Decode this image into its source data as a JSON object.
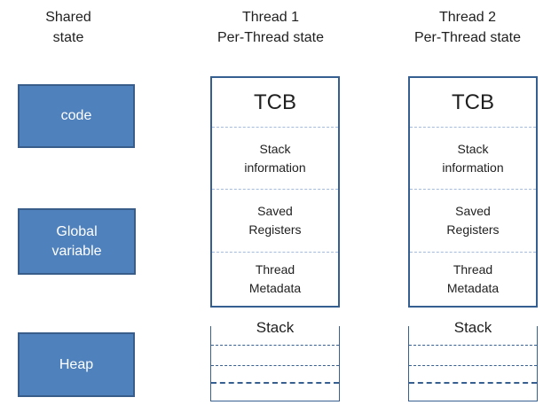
{
  "title": "Threads: shared state vs per-thread state diagram",
  "colors": {
    "background": "#ffffff",
    "shared_box_fill": "#4f81bd",
    "shared_box_border": "#385d8a",
    "thread_box_border": "#365f91",
    "light_dashed_divider": "#a4bbdb",
    "stack_line": "#376091",
    "text": "#1f1f1f",
    "shared_box_text": "#ffffff"
  },
  "shared_column": {
    "header": "Shared\nstate",
    "boxes": [
      {
        "label": "code"
      },
      {
        "label": "Global\nvariable"
      },
      {
        "label": "Heap"
      }
    ]
  },
  "thread_columns": [
    {
      "header": "Thread 1\nPer-Thread state",
      "tcb_label": "TCB",
      "sections": [
        {
          "label": "Stack\ninformation"
        },
        {
          "label": "Saved\nRegisters"
        },
        {
          "label": "Thread\nMetadata"
        }
      ],
      "stack_label": "Stack"
    },
    {
      "header": "Thread 2\nPer-Thread state",
      "tcb_label": "TCB",
      "sections": [
        {
          "label": "Stack\ninformation"
        },
        {
          "label": "Saved\nRegisters"
        },
        {
          "label": "Thread\nMetadata"
        }
      ],
      "stack_label": "Stack"
    }
  ]
}
